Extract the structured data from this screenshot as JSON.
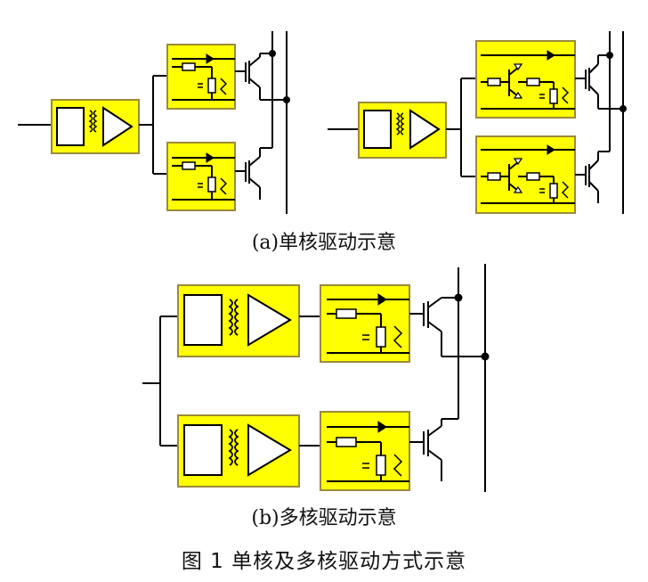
{
  "figure": {
    "caption_a": "(a)单核驱动示意",
    "caption_b": "(b)多核驱动示意",
    "figure_caption": "图 1  单核及多核驱动方式示意"
  },
  "colors": {
    "block_fill": "#ffff00",
    "block_stroke": "#9b8a3a",
    "line": "#000000",
    "inner_box": "#ffffff"
  }
}
